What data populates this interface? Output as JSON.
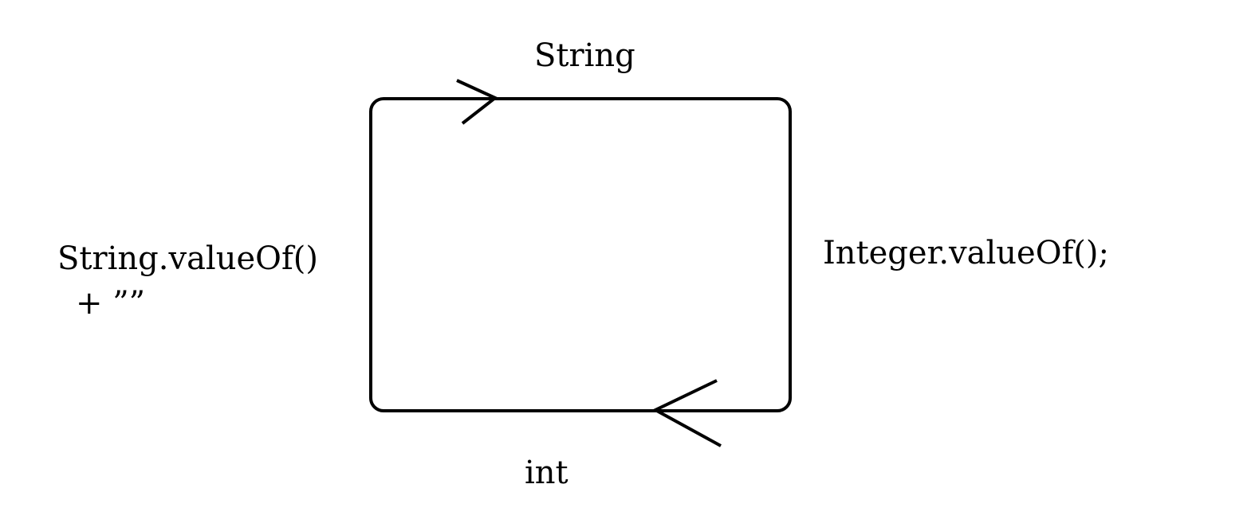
{
  "diagram": {
    "top_label": "String",
    "bottom_label": "int",
    "right_label": "Integer.valueOf();",
    "left_label_line1": "String.valueOf()",
    "left_label_line2": "+ ””",
    "stroke_color": "#000000"
  }
}
